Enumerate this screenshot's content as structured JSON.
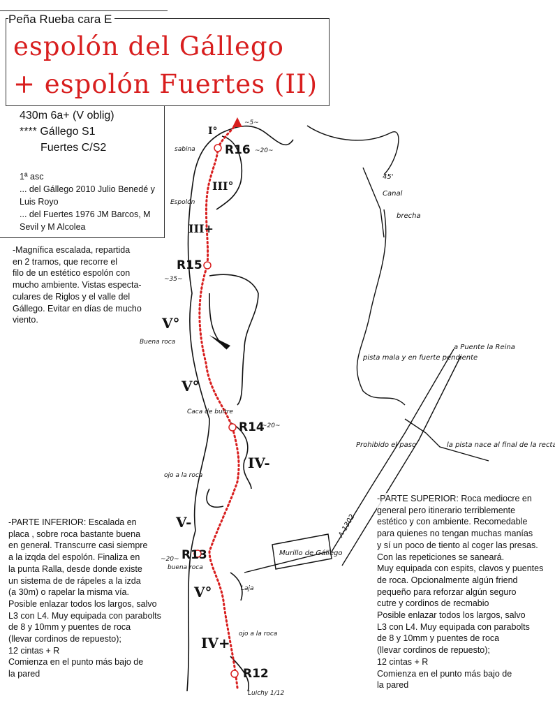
{
  "header": {
    "crag": "Peña Rueba cara E",
    "title_line1": "espolón del Gállego",
    "title_line2": "+ espolón Fuertes (II)"
  },
  "info": {
    "grade": "430m 6a+ (V oblig)",
    "rating_gallego": "**** Gállego S1",
    "rating_fuertes": "Fuertes C/S2",
    "first_ascent_label": "1ª asc",
    "fa_gallego": "... del Gállego 2010 Julio Benedé y Luis Royo",
    "fa_fuertes": "... del Fuertes 1976 JM Barcos, M Sevil y M Alcolea"
  },
  "intro": "-Magnífica escalada, repartida\nen 2 tramos, que recorre el\nfilo de un estético espolón con\nmucho ambiente. Vistas especta-\nculares de Riglos y el valle del\nGállego. Evitar en días de mucho\nviento.",
  "lower_part": "-PARTE INFERIOR: Escalada en\nplaca , sobre roca bastante buena\nen general. Transcurre casi siempre\na la izqda del espolón. Finaliza en\nla punta Ralla, desde donde existe\nun sistema de de rápeles a la izda\n(a 30m) o rapelar la misma vía.\nPosible enlazar todos los largos, salvo\nL3 con L4. Muy equipada con parabolts\nde 8 y 10mm y puentes de roca\n(llevar cordinos de repuesto);\n12 cintas + R\nComienza en el punto más bajo de\nla pared",
  "upper_part": "-PARTE SUPERIOR: Roca mediocre en\ngeneral pero itinerario terriblemente\nestético y con ambiente. Recomedable\npara quienes no tengan muchas manías\ny sí un poco de tiento al coger las presas.\nCon las repeticiones se saneará.\nMuy equipada con espits, clavos y puentes\nde roca. Opcionalmente algún friend\npequeño para reforzar algún seguro\ncutre y cordinos de recmabio\nPosible enlazar todos los largos, salvo\nL3 con L4. Muy equipada con parabolts\nde 8 y 10mm y puentes de roca\n(llevar cordinos de repuesto);\n12 cintas + R\nComienza en el punto más bajo de\nla pared",
  "topo": {
    "belays": [
      "R12",
      "R13",
      "R14",
      "R15",
      "R16"
    ],
    "grades": [
      "I°",
      "III°",
      "III+",
      "V°",
      "V°",
      "IV-",
      "V-",
      "V°",
      "IV+"
    ],
    "notes": [
      "sabina",
      "Espolón",
      "~35~",
      "Buena roca",
      "Caca de buitre",
      "ojo a la roca",
      "~20~",
      "buena roca",
      "Laja",
      "ojo a la roca",
      "~20~",
      "~20~",
      "~5~",
      "Luichy 1/12"
    ]
  },
  "map": {
    "labels": [
      "45'",
      "Canal",
      "brecha",
      "pista mala y en fuerte pendiente",
      "a Puente la Reina",
      "la pista nace al final de la recta.",
      "Prohibido el paso",
      "A-1302",
      "Murillo de Gállego"
    ]
  },
  "colors": {
    "title": "#d81e1e",
    "route": "#d81e1e"
  }
}
